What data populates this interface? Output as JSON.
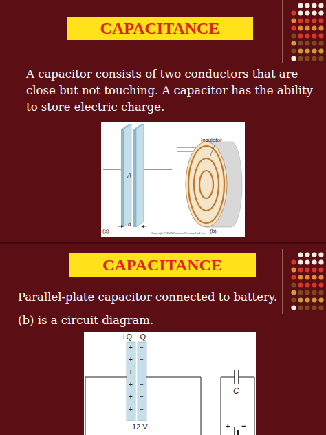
{
  "diagram": {
    "nodes": [
      {
        "text": [
          "CAPACITANCE"
        ]
      },
      {
        "text": [
          "CAPACITANCE"
        ]
      }
    ],
    "labels": [
      "A capacitor consists of two conductors that are close but not touching. A capacitor has the ability to store electric charge.",
      "A",
      "d",
      "(a)",
      "Insulator",
      "(b)",
      "Copyright © 2005 Pearson Prentice Hall, Inc.",
      "Parallel-plate capacitor connected to battery.",
      "(b) is a circuit diagram.",
      "+Q",
      "−Q",
      "+",
      "+",
      "+",
      "+",
      "+",
      "+",
      "−",
      "−",
      "−",
      "−",
      "−",
      "−",
      "12 V",
      "C",
      "+",
      "−"
    ]
  }
}
